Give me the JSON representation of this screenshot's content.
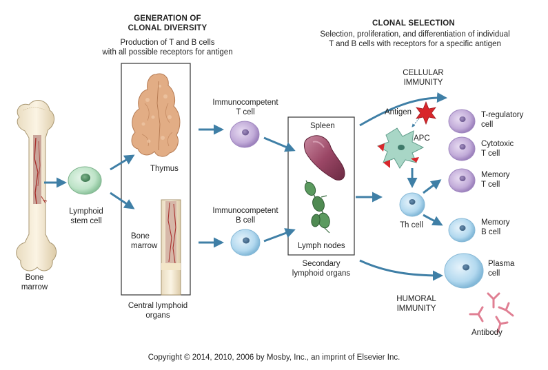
{
  "headings": {
    "generation": [
      "GENERATION OF",
      "CLONAL DIVERSITY"
    ],
    "generation_sub": [
      "Production of T and B cells",
      "with all possible receptors for antigen"
    ],
    "clonal": "CLONAL SELECTION",
    "clonal_sub": [
      "Selection, proliferation, and differentiation of individual",
      "T and B cells with receptors for a specific antigen"
    ]
  },
  "labels": {
    "bone_marrow_left": [
      "Bone",
      "marrow"
    ],
    "lymphoid_stem_cell": [
      "Lymphoid",
      "stem cell"
    ],
    "thymus": "Thymus",
    "bone_marrow_box": [
      "Bone",
      "marrow"
    ],
    "central_lymphoid": [
      "Central lymphoid",
      "organs"
    ],
    "immuno_t": [
      "Immunocompetent",
      "T cell"
    ],
    "immuno_b": [
      "Immunocompetent",
      "B cell"
    ],
    "spleen": "Spleen",
    "lymph_nodes": "Lymph nodes",
    "secondary_lymphoid": [
      "Secondary",
      "lymphoid organs"
    ],
    "cellular_immunity": [
      "CELLULAR",
      "IMMUNITY"
    ],
    "antigen": "Antigen",
    "apc": "APC",
    "th_cell": "Th cell",
    "t_regulatory": [
      "T-regulatory",
      "cell"
    ],
    "cytotoxic": [
      "Cytotoxic",
      "T cell"
    ],
    "memory_t": [
      "Memory",
      "T cell"
    ],
    "memory_b": [
      "Memory",
      "B cell"
    ],
    "plasma": [
      "Plasma",
      "cell"
    ],
    "humoral_immunity": [
      "HUMORAL",
      "IMMUNITY"
    ],
    "antibody": "Antibody"
  },
  "copyright": "Copyright © 2014, 2010, 2006 by Mosby, Inc., an imprint of Elsevier Inc.",
  "colors": {
    "arrow": "#3f7fa6",
    "t_cell": "#b79fd0",
    "b_cell": "#a9d1ea",
    "stem_cell": "#b6dfc2",
    "spleen": "#8a3d57",
    "lymph_node": "#4f8a52",
    "thymus": "#d9a27a",
    "apc": "#9fd1c2",
    "antigen": "#d8262b",
    "antibody": "#e07f93"
  }
}
